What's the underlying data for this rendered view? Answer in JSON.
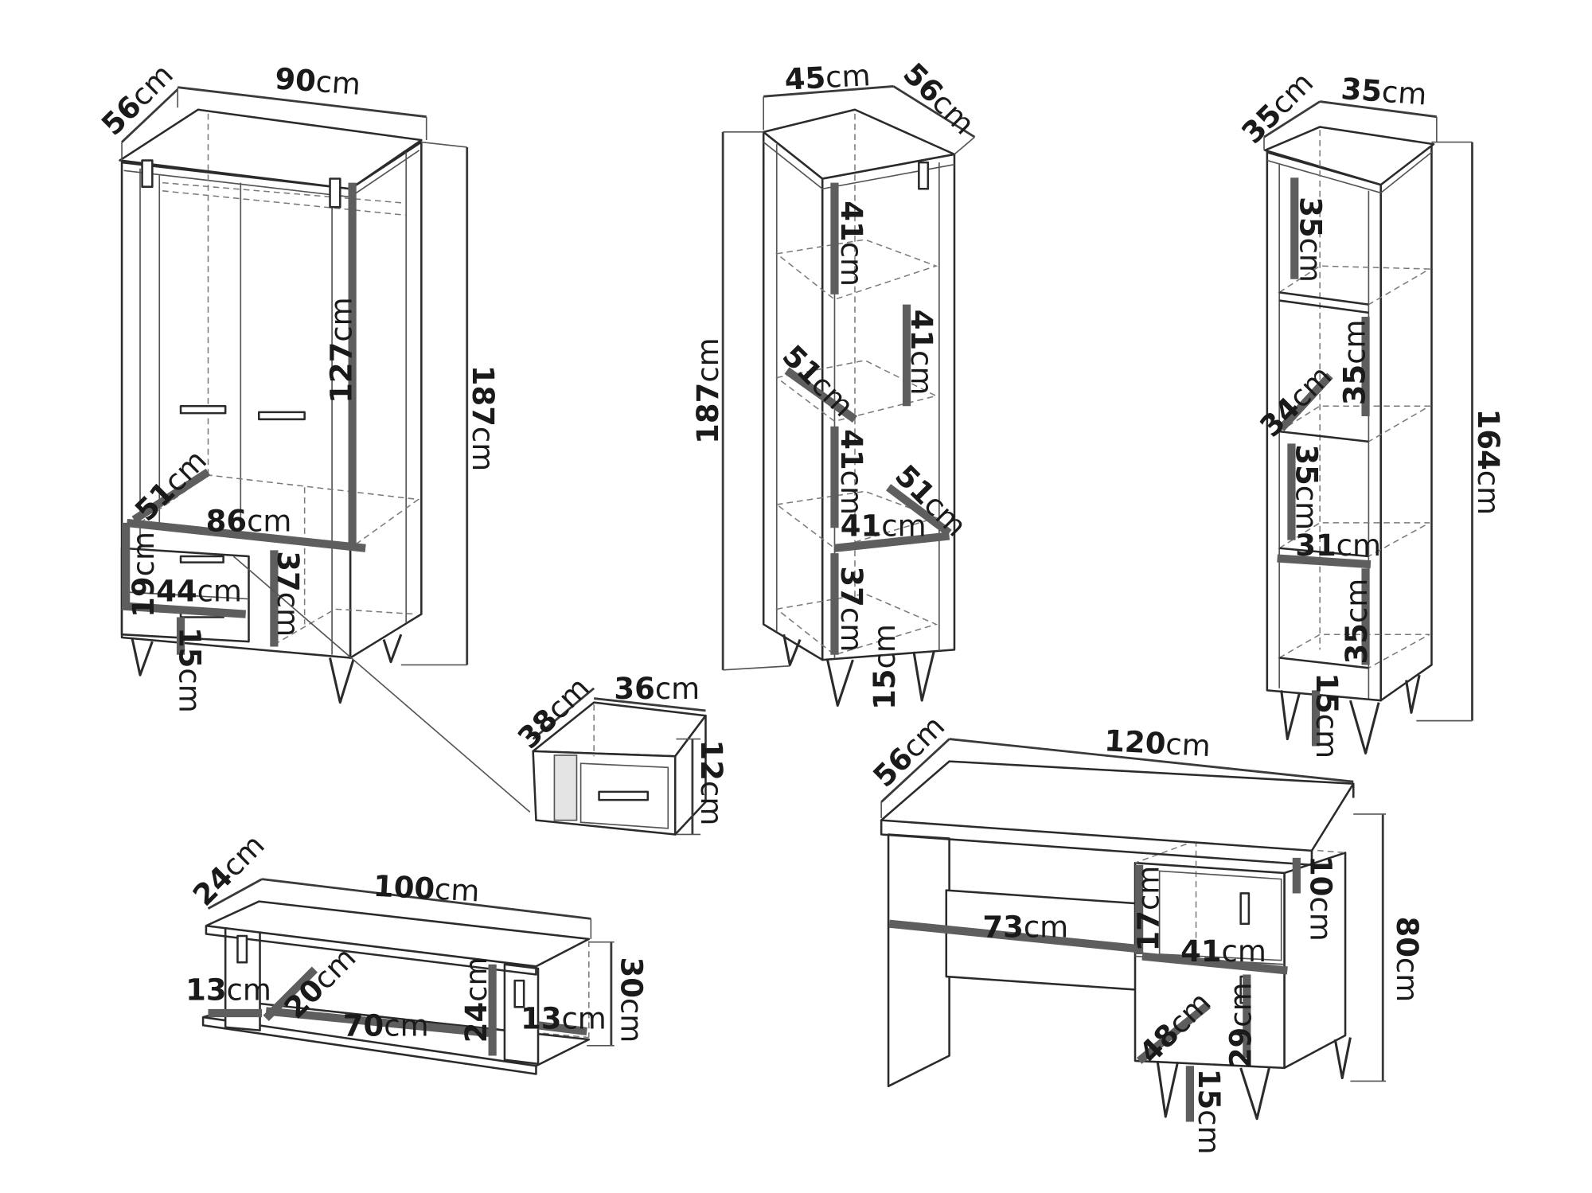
{
  "wardrobe": {
    "depth": {
      "value": "56",
      "unit": "cm"
    },
    "width": {
      "value": "90",
      "unit": "cm"
    },
    "height": {
      "value": "187",
      "unit": "cm"
    },
    "hanging_height": {
      "value": "127",
      "unit": "cm"
    },
    "shelf_depth": {
      "value": "51",
      "unit": "cm"
    },
    "inner_width": {
      "value": "86",
      "unit": "cm"
    },
    "lower_height": {
      "value": "37",
      "unit": "cm"
    },
    "drawer_height": {
      "value": "19",
      "unit": "cm"
    },
    "drawer_width": {
      "value": "44",
      "unit": "cm"
    },
    "leg_height": {
      "value": "15",
      "unit": "cm"
    }
  },
  "bookshelf": {
    "width": {
      "value": "45",
      "unit": "cm"
    },
    "depth": {
      "value": "56",
      "unit": "cm"
    },
    "height": {
      "value": "187",
      "unit": "cm"
    },
    "shelf_1": {
      "value": "41",
      "unit": "cm"
    },
    "shelf_2": {
      "value": "41",
      "unit": "cm"
    },
    "shelf_depth_1": {
      "value": "51",
      "unit": "cm"
    },
    "shelf_3": {
      "value": "41",
      "unit": "cm"
    },
    "shelf_depth_2": {
      "value": "51",
      "unit": "cm"
    },
    "inner_width": {
      "value": "41",
      "unit": "cm"
    },
    "bottom_compartment": {
      "value": "37",
      "unit": "cm"
    },
    "leg_height": {
      "value": "15",
      "unit": "cm"
    }
  },
  "narrow_shelf": {
    "depth": {
      "value": "35",
      "unit": "cm"
    },
    "width": {
      "value": "35",
      "unit": "cm"
    },
    "height": {
      "value": "164",
      "unit": "cm"
    },
    "compartment_1": {
      "value": "35",
      "unit": "cm"
    },
    "compartment_2": {
      "value": "35",
      "unit": "cm"
    },
    "shelf_depth": {
      "value": "34",
      "unit": "cm"
    },
    "compartment_3": {
      "value": "35",
      "unit": "cm"
    },
    "inner_width": {
      "value": "31",
      "unit": "cm"
    },
    "compartment_4": {
      "value": "35",
      "unit": "cm"
    },
    "leg_height": {
      "value": "15",
      "unit": "cm"
    }
  },
  "drawer": {
    "depth": {
      "value": "38",
      "unit": "cm"
    },
    "width": {
      "value": "36",
      "unit": "cm"
    },
    "height": {
      "value": "12",
      "unit": "cm"
    }
  },
  "wall_shelf": {
    "depth": {
      "value": "24",
      "unit": "cm"
    },
    "width": {
      "value": "100",
      "unit": "cm"
    },
    "height": {
      "value": "30",
      "unit": "cm"
    },
    "left_ledge": {
      "value": "13",
      "unit": "cm"
    },
    "shelf_depth": {
      "value": "20",
      "unit": "cm"
    },
    "inner_width": {
      "value": "70",
      "unit": "cm"
    },
    "inner_height": {
      "value": "24",
      "unit": "cm"
    },
    "right_ledge": {
      "value": "13",
      "unit": "cm"
    }
  },
  "desk": {
    "depth": {
      "value": "56",
      "unit": "cm"
    },
    "width": {
      "value": "120",
      "unit": "cm"
    },
    "height": {
      "value": "80",
      "unit": "cm"
    },
    "knee_width": {
      "value": "73",
      "unit": "cm"
    },
    "drawer_height": {
      "value": "17",
      "unit": "cm"
    },
    "cabinet_width": {
      "value": "41",
      "unit": "cm"
    },
    "top_drawer": {
      "value": "10",
      "unit": "cm"
    },
    "cabinet_depth": {
      "value": "48",
      "unit": "cm"
    },
    "cabinet_height": {
      "value": "29",
      "unit": "cm"
    },
    "leg_height": {
      "value": "15",
      "unit": "cm"
    }
  }
}
